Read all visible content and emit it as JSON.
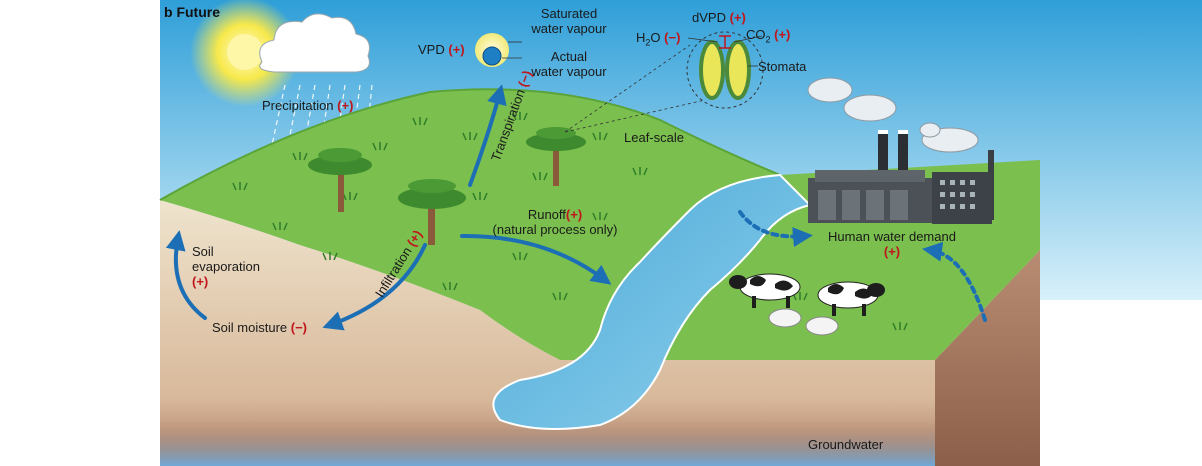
{
  "panel": {
    "letter": "b",
    "title": "Future"
  },
  "labels": {
    "precipitation": "Precipitation",
    "vpd": "VPD",
    "saturated_vapour": [
      "Saturated",
      "water vapour"
    ],
    "actual_vapour": [
      "Actual",
      "water vapour"
    ],
    "dvpd": "dVPD",
    "h2o": "H",
    "h2o_sub": "2",
    "h2o_tail": "O",
    "co2": "CO",
    "co2_sub": "2",
    "stomata": "Stomata",
    "leaf_scale": "Leaf-scale",
    "transpiration": "Transpiration",
    "runoff": "Runoff",
    "runoff_note": "(natural process only)",
    "infiltration": "Infiltration",
    "soil_evaporation": [
      "Soil",
      "evaporation"
    ],
    "soil_moisture": "Soil moisture",
    "human_water_demand": "Human water demand",
    "groundwater": "Groundwater"
  },
  "signs": {
    "precipitation": "(+)",
    "vpd": "(+)",
    "dvpd": "(+)",
    "h2o": "(−)",
    "co2": "(+)",
    "transpiration": "(−)",
    "runoff": "(+)",
    "infiltration": "(+)",
    "soil_evaporation": "(+)",
    "soil_moisture": "(−)",
    "human_water_demand": "(+)"
  },
  "colors": {
    "sky_top": "#2f9fd8",
    "sky_bottom": "#d8f0fa",
    "grass": "#7bbf4e",
    "grass_dark": "#5aa43a",
    "soil": "#e9dcc3",
    "soil_dark": "#9c6b55",
    "river": "#5fb7dc",
    "arrow": "#1c6fb5",
    "sign": "#c0161c",
    "sun": "#f7e94b"
  }
}
